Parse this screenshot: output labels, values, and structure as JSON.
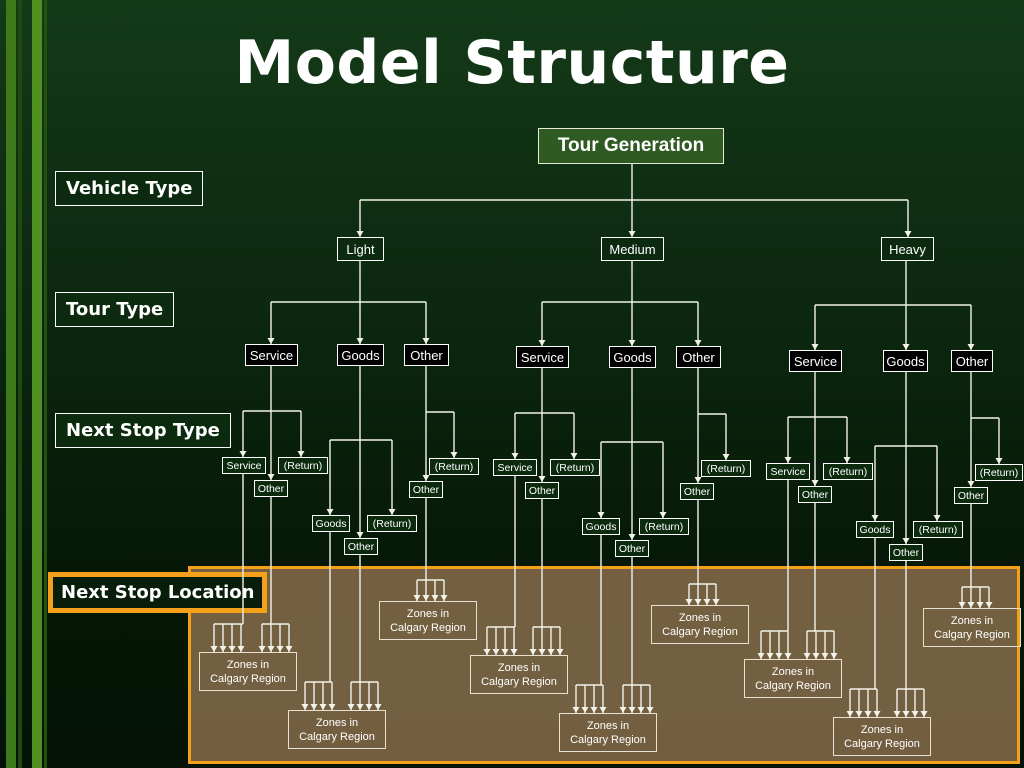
{
  "title": "Model Structure",
  "colors": {
    "accent": "#f5a01a",
    "region_fill": "#8c704e",
    "top_box": "#2f5a22",
    "background": "#0b2a0e"
  },
  "levels": {
    "vehicle_type": "Vehicle Type",
    "tour_type": "Tour Type",
    "next_stop_type": "Next Stop Type",
    "next_stop_location": "Next Stop Location"
  },
  "root": "Tour Generation",
  "vehicles": [
    {
      "label": "Light",
      "tours": [
        {
          "label": "Service",
          "next": [
            {
              "label": "Service"
            },
            {
              "label": "Other"
            },
            {
              "label": "(Return)"
            }
          ]
        },
        {
          "label": "Goods",
          "next": [
            {
              "label": "Goods"
            },
            {
              "label": "Other"
            },
            {
              "label": "(Return)"
            }
          ]
        },
        {
          "label": "Other",
          "next": [
            {
              "label": "Other"
            },
            {
              "label": "(Return)"
            }
          ]
        }
      ]
    },
    {
      "label": "Medium",
      "tours": [
        {
          "label": "Service",
          "next": [
            {
              "label": "Service"
            },
            {
              "label": "Other"
            },
            {
              "label": "(Return)"
            }
          ]
        },
        {
          "label": "Goods",
          "next": [
            {
              "label": "Goods"
            },
            {
              "label": "Other"
            },
            {
              "label": "(Return)"
            }
          ]
        },
        {
          "label": "Other",
          "next": [
            {
              "label": "Other"
            },
            {
              "label": "(Return)"
            }
          ]
        }
      ]
    },
    {
      "label": "Heavy",
      "tours": [
        {
          "label": "Service",
          "next": [
            {
              "label": "Service"
            },
            {
              "label": "Other"
            },
            {
              "label": "(Return)"
            }
          ]
        },
        {
          "label": "Goods",
          "next": [
            {
              "label": "Goods"
            },
            {
              "label": "Other"
            },
            {
              "label": "(Return)"
            }
          ]
        },
        {
          "label": "Other",
          "next": [
            {
              "label": "Other"
            },
            {
              "label": "(Return)"
            }
          ]
        }
      ]
    }
  ],
  "zones_label": {
    "line1": "Zones in",
    "line2": "Calgary Region"
  }
}
